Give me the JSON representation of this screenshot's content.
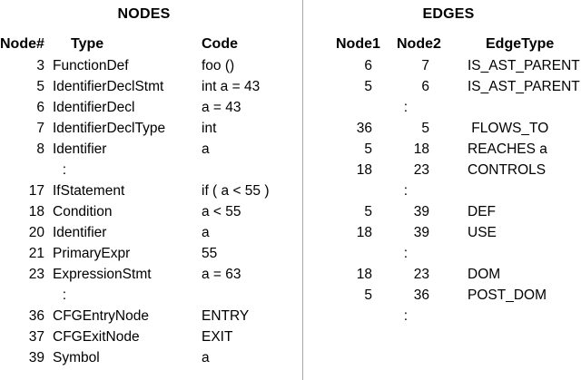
{
  "figure": {
    "background": "#ffffff",
    "text_color": "#000000",
    "divider_color": "#a8a8a8"
  },
  "nodes_panel": {
    "title": "NODES",
    "headers": {
      "num": "Node#",
      "type": "Type",
      "code": "Code"
    },
    "rows": [
      {
        "num": "3",
        "type": "FunctionDef",
        "code": "foo ()"
      },
      {
        "num": "5",
        "type": "IdentifierDeclStmt",
        "code": "int a = 43"
      },
      {
        "num": "6",
        "type": "IdentifierDecl",
        "code": "a = 43"
      },
      {
        "num": "7",
        "type": "IdentifierDeclType",
        "code": "int"
      },
      {
        "num": "8",
        "type": "Identifier",
        "code": "a"
      },
      {
        "num": ":",
        "type": "",
        "code": "",
        "separator": true
      },
      {
        "num": "17",
        "type": "IfStatement",
        "code": "if ( a < 55 )"
      },
      {
        "num": "18",
        "type": "Condition",
        "code": "a < 55"
      },
      {
        "num": "20",
        "type": "Identifier",
        "code": "a"
      },
      {
        "num": "21",
        "type": "PrimaryExpr",
        "code": "55"
      },
      {
        "num": "23",
        "type": "ExpressionStmt",
        "code": "a = 63"
      },
      {
        "num": ":",
        "type": "",
        "code": "",
        "separator": true
      },
      {
        "num": "36",
        "type": "CFGEntryNode",
        "code": "ENTRY"
      },
      {
        "num": "37",
        "type": "CFGExitNode",
        "code": "EXIT"
      },
      {
        "num": "39",
        "type": "Symbol",
        "code": "a"
      }
    ]
  },
  "edges_panel": {
    "title": "EDGES",
    "headers": {
      "node1": "Node1",
      "node2": "Node2",
      "edgetype": "EdgeType"
    },
    "rows": [
      {
        "node1": "6",
        "node2": "7",
        "edgetype": "IS_AST_PARENT"
      },
      {
        "node1": "5",
        "node2": "6",
        "edgetype": "IS_AST_PARENT"
      },
      {
        "node1": ":",
        "node2": "",
        "edgetype": "",
        "separator": true
      },
      {
        "node1": "36",
        "node2": "5",
        "edgetype": " FLOWS_TO"
      },
      {
        "node1": "5",
        "node2": "18",
        "edgetype": "REACHES a"
      },
      {
        "node1": "18",
        "node2": "23",
        "edgetype": "CONTROLS"
      },
      {
        "node1": ":",
        "node2": "",
        "edgetype": "",
        "separator": true
      },
      {
        "node1": "5",
        "node2": "39",
        "edgetype": "DEF"
      },
      {
        "node1": "18",
        "node2": "39",
        "edgetype": "USE"
      },
      {
        "node1": ":",
        "node2": "",
        "edgetype": "",
        "separator": true
      },
      {
        "node1": "18",
        "node2": "23",
        "edgetype": "DOM"
      },
      {
        "node1": "5",
        "node2": "36",
        "edgetype": "POST_DOM"
      },
      {
        "node1": ":",
        "node2": "",
        "edgetype": "",
        "separator": true
      }
    ]
  }
}
